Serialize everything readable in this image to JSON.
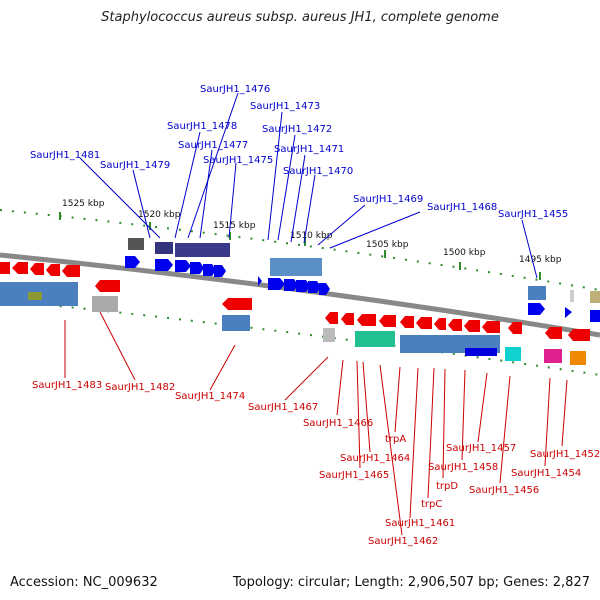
{
  "title": "Staphylococcus aureus subsp. aureus JH1, complete genome",
  "footer": {
    "accession": "Accession: NC_009632",
    "summary": "Topology: circular; Length: 2,906,507 bp; Genes: 2,827"
  },
  "colors": {
    "forward_label": "#0000cc",
    "reverse_label": "#cc0000",
    "backbone": "#888888",
    "tick": "#2e8b2e",
    "forward_gene": "#0000ee",
    "reverse_gene": "#ee0000"
  },
  "scale_labels": [
    "1525 kbp",
    "1520 kbp",
    "1515 kbp",
    "1510 kbp",
    "1505 kbp",
    "1500 kbp",
    "1495 kbp"
  ],
  "forward_labels": [
    "SaurJH1_1476",
    "SaurJH1_1473",
    "SaurJH1_1478",
    "SaurJH1_1472",
    "SaurJH1_1477",
    "SaurJH1_1471",
    "SaurJH1_1481",
    "SaurJH1_1475",
    "SaurJH1_1479",
    "SaurJH1_1470",
    "SaurJH1_1469",
    "SaurJH1_1468",
    "SaurJH1_1455"
  ],
  "reverse_labels": [
    "SaurJH1_1483",
    "SaurJH1_1482",
    "SaurJH1_1474",
    "SaurJH1_1467",
    "SaurJH1_1466",
    "trpA",
    "SaurJH1_1464",
    "SaurJH1_1465",
    "SaurJH1_1457",
    "SaurJH1_1458",
    "trpD",
    "trpC",
    "SaurJH1_1461",
    "SaurJH1_1462",
    "SaurJH1_1456",
    "SaurJH1_1452",
    "SaurJH1_1454"
  ]
}
